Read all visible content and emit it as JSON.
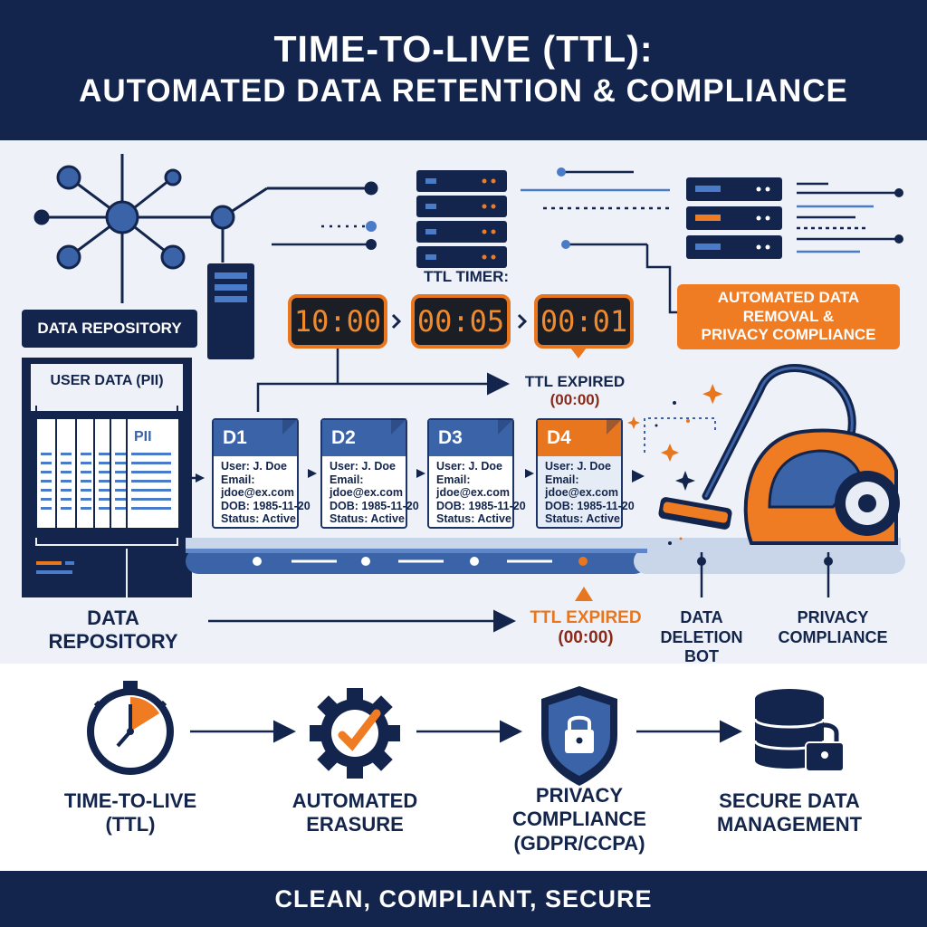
{
  "header": {
    "title_line1": "TIME-TO-LIVE (TTL):",
    "title_line2": "AUTOMATED DATA RETENTION & COMPLIANCE"
  },
  "diagram": {
    "data_repository_box": "DATA REPOSITORY",
    "user_data_label": "USER DATA (PII)",
    "pii_doc_label": "PII",
    "ttl_timer_label": "TTL TIMER:",
    "timers": [
      "10:00",
      "00:05",
      "00:01"
    ],
    "removal_box": "AUTOMATED DATA REMOVAL & PRIVACY COMPLIANCE",
    "removal_lines": [
      "AUTOMATED DATA",
      "REMOVAL &",
      "PRIVACY COMPLIANCE"
    ],
    "ttl_expired_top": "TTL EXPIRED",
    "ttl_expired_top_time": "(00:00)",
    "cards": [
      {
        "id": "D1",
        "user": "User: J. Doe",
        "email_label": "Email:",
        "email": "jdoe@ex.com",
        "dob": "DOB: 1985-11-20",
        "status": "Status: Active"
      },
      {
        "id": "D2",
        "user": "User: J. Doe",
        "email_label": "Email:",
        "email": "jdoe@ex.com",
        "dob": "DOB: 1985-11-20",
        "status": "Status: Active"
      },
      {
        "id": "D3",
        "user": "User: J. Doe",
        "email_label": "Email:",
        "email": "jdoe@ex.com",
        "dob": "DOB: 1985-11-20",
        "status": "Status: Active"
      },
      {
        "id": "D4",
        "user": "User: J. Doe",
        "email_label": "Email:",
        "email": "jdoe@ex.com",
        "dob": "DOB: 1985-11-20",
        "status": "Status: Active"
      }
    ],
    "data_repository_bottom": [
      "DATA",
      "REPOSITORY"
    ],
    "ttl_expired_bottom": "TTL EXPIRED",
    "ttl_expired_bottom_time": "(00:00)",
    "deletion_bot": [
      "DATA",
      "DELETION",
      "BOT"
    ],
    "privacy_compliance": [
      "PRIVACY",
      "COMPLIANCE"
    ]
  },
  "process": [
    {
      "icon": "stopwatch-icon",
      "lines": [
        "TIME-TO-LIVE",
        "(TTL)"
      ]
    },
    {
      "icon": "gear-check-icon",
      "lines": [
        "AUTOMATED",
        "ERASURE"
      ]
    },
    {
      "icon": "shield-lock-icon",
      "lines": [
        "PRIVACY",
        "COMPLIANCE",
        "(GDPR/CCPA)"
      ]
    },
    {
      "icon": "database-lock-icon",
      "lines": [
        "SECURE DATA",
        "MANAGEMENT"
      ]
    }
  ],
  "footer": {
    "tagline": "CLEAN, COMPLIANT, SECURE"
  },
  "colors": {
    "navy": "#13254c",
    "orange": "#e8761e",
    "blue": "#3b64a8",
    "background": "#eef2f8"
  }
}
